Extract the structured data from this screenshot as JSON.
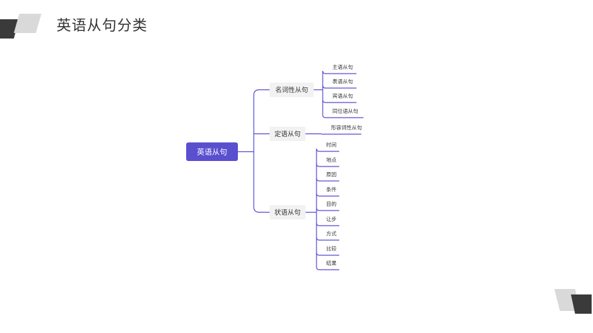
{
  "slide": {
    "title": "英语从句分类"
  },
  "colors": {
    "accent": "#5a4fcf",
    "line": "#5a4fcf",
    "branch_bg": "#f2f2f2",
    "text": "#333333",
    "deco_dark": "#3a3a3a",
    "deco_light": "#d9d9d9"
  },
  "mindmap": {
    "root": "英语从句",
    "branches": [
      {
        "label": "名词性从句",
        "leaves": [
          "主语从句",
          "表语从句",
          "宾语从句",
          "同位语从句"
        ]
      },
      {
        "label": "定语从句",
        "leaves": [
          "形容词性从句"
        ]
      },
      {
        "label": "状语从句",
        "leaves": [
          "时间",
          "地点",
          "原因",
          "条件",
          "目的",
          "让步",
          "方式",
          "比较",
          "结果"
        ]
      }
    ]
  }
}
